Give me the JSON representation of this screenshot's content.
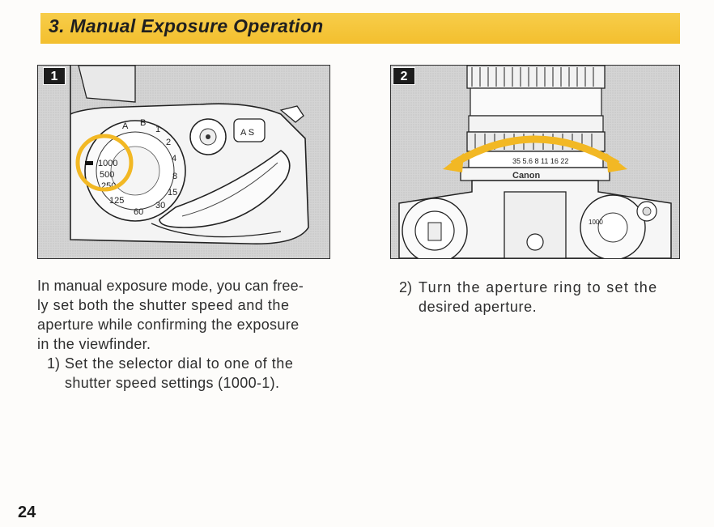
{
  "header": {
    "title": "3. Manual Exposure Operation",
    "bar_color": "#f5c43a"
  },
  "figure1": {
    "badge": "1",
    "dial_labels": [
      "1000",
      "500",
      "250",
      "125",
      "60",
      "30",
      "15",
      "8",
      "4",
      "2",
      "1",
      "B",
      "A"
    ]
  },
  "figure2": {
    "badge": "2",
    "brand": "Canon",
    "arrow_color": "#f2b824",
    "aperture_scale": "35 5.6 8 11 16 22"
  },
  "text": {
    "intro": "In manual exposure mode, you can free-ly set both the shutter speed and the aperture while confirming the exposure in the viewfinder.",
    "intro_lines": [
      "In manual exposure mode, you can free-",
      "ly set both the shutter speed and the",
      "aperture while confirming the exposure",
      "in the viewfinder."
    ],
    "step1_num": "1)",
    "step1_lines": [
      "Set the selector dial to one of the",
      "shutter speed settings (1000-1)."
    ],
    "step2_num": "2)",
    "step2_lines": [
      "Turn the aperture ring to set the",
      "desired aperture."
    ]
  },
  "footer": {
    "page_number": "24"
  },
  "colors": {
    "highlight": "#f2b824",
    "figure_bg": "#dcdcdc"
  }
}
